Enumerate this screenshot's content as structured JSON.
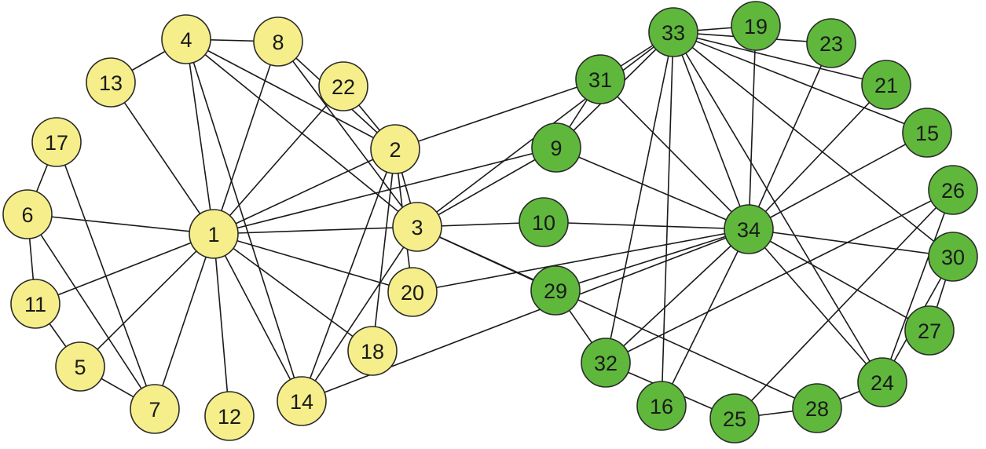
{
  "colors": {
    "group_a": "#f5ee8a",
    "group_b": "#5fb83c",
    "edge": "#1a1a1a",
    "outline": "#2a2a2a"
  },
  "nodes": [
    {
      "id": "1",
      "label": "1",
      "group": "a"
    },
    {
      "id": "2",
      "label": "2",
      "group": "a"
    },
    {
      "id": "3",
      "label": "3",
      "group": "a"
    },
    {
      "id": "4",
      "label": "4",
      "group": "a"
    },
    {
      "id": "5",
      "label": "5",
      "group": "a"
    },
    {
      "id": "6",
      "label": "6",
      "group": "a"
    },
    {
      "id": "7",
      "label": "7",
      "group": "a"
    },
    {
      "id": "8",
      "label": "8",
      "group": "a"
    },
    {
      "id": "11",
      "label": "11",
      "group": "a"
    },
    {
      "id": "12",
      "label": "12",
      "group": "a"
    },
    {
      "id": "13",
      "label": "13",
      "group": "a"
    },
    {
      "id": "14",
      "label": "14",
      "group": "a"
    },
    {
      "id": "17",
      "label": "17",
      "group": "a"
    },
    {
      "id": "18",
      "label": "18",
      "group": "a"
    },
    {
      "id": "20",
      "label": "20",
      "group": "a"
    },
    {
      "id": "22",
      "label": "22",
      "group": "a"
    },
    {
      "id": "9",
      "label": "9",
      "group": "b"
    },
    {
      "id": "10",
      "label": "10",
      "group": "b"
    },
    {
      "id": "15",
      "label": "15",
      "group": "b"
    },
    {
      "id": "16",
      "label": "16",
      "group": "b"
    },
    {
      "id": "19",
      "label": "19",
      "group": "b"
    },
    {
      "id": "21",
      "label": "21",
      "group": "b"
    },
    {
      "id": "23",
      "label": "23",
      "group": "b"
    },
    {
      "id": "24",
      "label": "24",
      "group": "b"
    },
    {
      "id": "25",
      "label": "25",
      "group": "b"
    },
    {
      "id": "26",
      "label": "26",
      "group": "b"
    },
    {
      "id": "27",
      "label": "27",
      "group": "b"
    },
    {
      "id": "28",
      "label": "28",
      "group": "b"
    },
    {
      "id": "29",
      "label": "29",
      "group": "b"
    },
    {
      "id": "30",
      "label": "30",
      "group": "b"
    },
    {
      "id": "31",
      "label": "31",
      "group": "b"
    },
    {
      "id": "32",
      "label": "32",
      "group": "b"
    },
    {
      "id": "33",
      "label": "33",
      "group": "b"
    },
    {
      "id": "34",
      "label": "34",
      "group": "b"
    }
  ],
  "edges": [
    [
      "1",
      "2"
    ],
    [
      "1",
      "3"
    ],
    [
      "1",
      "4"
    ],
    [
      "1",
      "5"
    ],
    [
      "1",
      "6"
    ],
    [
      "1",
      "7"
    ],
    [
      "1",
      "8"
    ],
    [
      "1",
      "9"
    ],
    [
      "1",
      "11"
    ],
    [
      "1",
      "12"
    ],
    [
      "1",
      "13"
    ],
    [
      "1",
      "14"
    ],
    [
      "1",
      "18"
    ],
    [
      "1",
      "20"
    ],
    [
      "1",
      "22"
    ],
    [
      "2",
      "3"
    ],
    [
      "2",
      "4"
    ],
    [
      "2",
      "8"
    ],
    [
      "2",
      "14"
    ],
    [
      "2",
      "18"
    ],
    [
      "2",
      "20"
    ],
    [
      "2",
      "22"
    ],
    [
      "2",
      "31"
    ],
    [
      "3",
      "4"
    ],
    [
      "3",
      "8"
    ],
    [
      "3",
      "9"
    ],
    [
      "3",
      "10"
    ],
    [
      "3",
      "14"
    ],
    [
      "3",
      "28"
    ],
    [
      "3",
      "29"
    ],
    [
      "3",
      "33"
    ],
    [
      "4",
      "8"
    ],
    [
      "4",
      "13"
    ],
    [
      "4",
      "14"
    ],
    [
      "5",
      "7"
    ],
    [
      "5",
      "11"
    ],
    [
      "6",
      "7"
    ],
    [
      "6",
      "11"
    ],
    [
      "6",
      "17"
    ],
    [
      "7",
      "17"
    ],
    [
      "9",
      "31"
    ],
    [
      "9",
      "33"
    ],
    [
      "9",
      "34"
    ],
    [
      "10",
      "34"
    ],
    [
      "14",
      "34"
    ],
    [
      "15",
      "33"
    ],
    [
      "15",
      "34"
    ],
    [
      "16",
      "33"
    ],
    [
      "16",
      "34"
    ],
    [
      "19",
      "33"
    ],
    [
      "19",
      "34"
    ],
    [
      "20",
      "34"
    ],
    [
      "21",
      "33"
    ],
    [
      "21",
      "34"
    ],
    [
      "23",
      "33"
    ],
    [
      "23",
      "34"
    ],
    [
      "24",
      "26"
    ],
    [
      "24",
      "28"
    ],
    [
      "24",
      "30"
    ],
    [
      "24",
      "33"
    ],
    [
      "24",
      "34"
    ],
    [
      "25",
      "26"
    ],
    [
      "25",
      "28"
    ],
    [
      "25",
      "32"
    ],
    [
      "26",
      "32"
    ],
    [
      "27",
      "30"
    ],
    [
      "27",
      "34"
    ],
    [
      "29",
      "32"
    ],
    [
      "29",
      "34"
    ],
    [
      "30",
      "33"
    ],
    [
      "30",
      "34"
    ],
    [
      "31",
      "33"
    ],
    [
      "31",
      "34"
    ],
    [
      "32",
      "33"
    ],
    [
      "32",
      "34"
    ],
    [
      "33",
      "34"
    ]
  ]
}
